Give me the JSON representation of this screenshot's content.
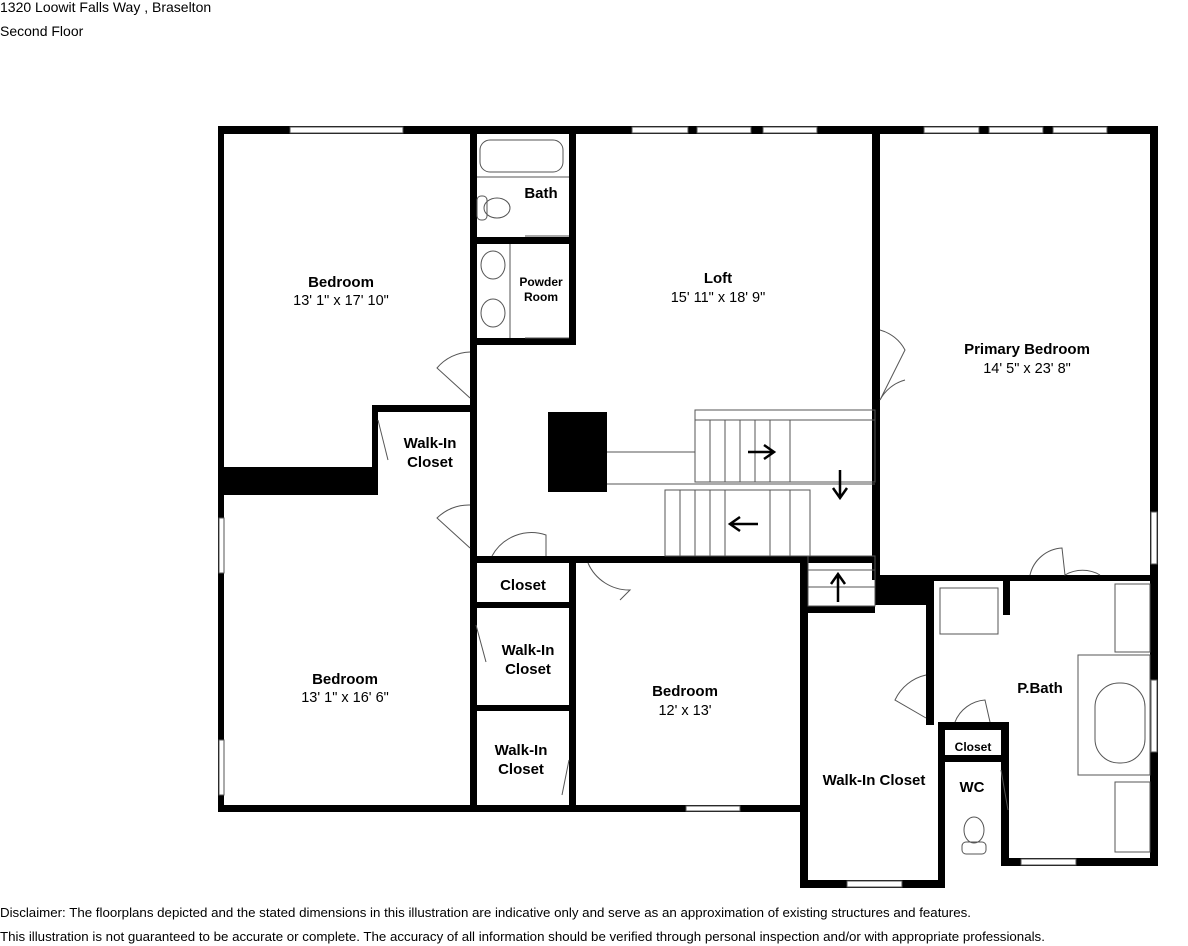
{
  "header": {
    "address": "1320 Loowit Falls Way , Braselton",
    "floor": "Second Floor"
  },
  "rooms": {
    "bedroom1": {
      "name": "Bedroom",
      "dims": "13' 1\" x 17' 10\""
    },
    "bath": {
      "name": "Bath"
    },
    "powder": {
      "name1": "Powder",
      "name2": "Room"
    },
    "loft": {
      "name": "Loft",
      "dims": "15' 11\" x 18' 9\""
    },
    "primary": {
      "name": "Primary Bedroom",
      "dims": "14' 5\" x 23' 8\""
    },
    "wic1": {
      "name1": "Walk-In",
      "name2": "Closet"
    },
    "bedroom2": {
      "name": "Bedroom",
      "dims": "13' 1\" x 16' 6\""
    },
    "closet1": {
      "name": "Closet"
    },
    "wic2": {
      "name1": "Walk-In",
      "name2": "Closet"
    },
    "wic3": {
      "name1": "Walk-In",
      "name2": "Closet"
    },
    "bedroom3": {
      "name": "Bedroom",
      "dims": "12' x 13'"
    },
    "wic4": {
      "name": "Walk-In Closet"
    },
    "pbath": {
      "name": "P.Bath"
    },
    "closet2": {
      "name": "Closet"
    },
    "wc": {
      "name": "WC"
    }
  },
  "disclaimer": {
    "line1": "Disclaimer: The floorplans depicted and the stated dimensions in this illustration are indicative only and serve as an approximation of existing structures and features.",
    "line2": "This illustration is not guaranteed to be accurate or complete. The accuracy of all information should be verified through personal inspection and/or with appropriate professionals."
  }
}
